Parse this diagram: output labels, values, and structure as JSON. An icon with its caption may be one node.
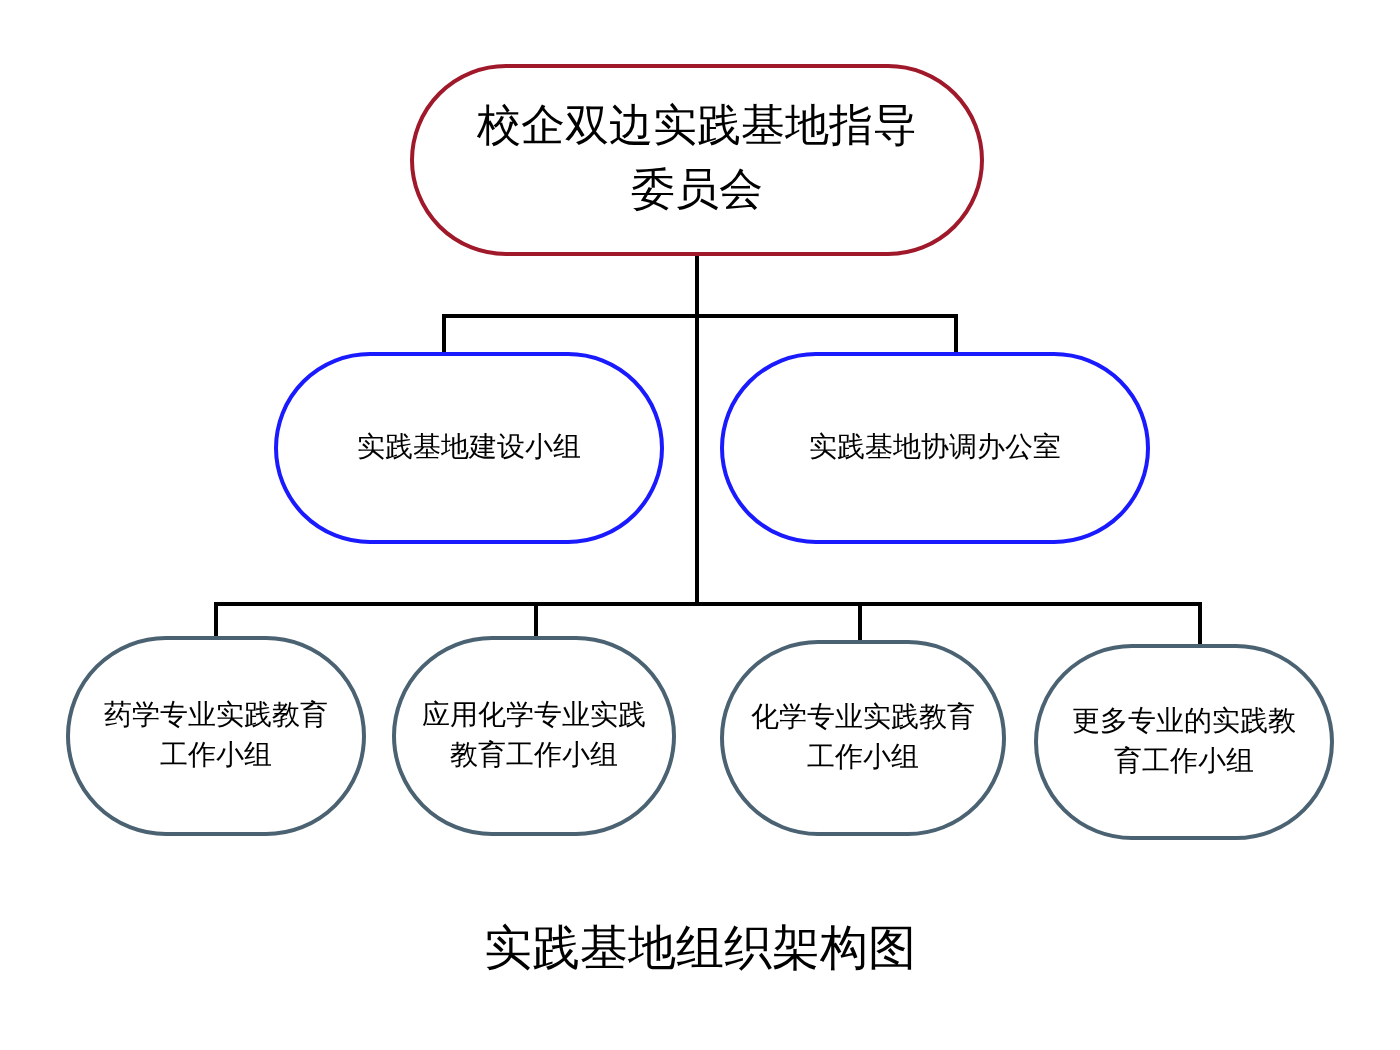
{
  "diagram": {
    "caption": "实践基地组织架构图",
    "nodes": [
      {
        "text": [
          "校企双边实践基地指导委员会"
        ]
      },
      {
        "text": [
          "实践基地建设小组"
        ]
      },
      {
        "text": [
          "实践基地协调办公室"
        ]
      },
      {
        "text": [
          "药学专业实践教育工作小组"
        ]
      },
      {
        "text": [
          "应用化学专业实践教育工作小组"
        ]
      },
      {
        "text": [
          "化学专业实践教育工作小组"
        ]
      },
      {
        "text": [
          "更多专业的实践教育工作小组"
        ]
      }
    ],
    "edges": [
      {
        "from": 0,
        "to": 1,
        "arrow": "none"
      },
      {
        "from": 0,
        "to": 2,
        "arrow": "none"
      },
      {
        "from": 0,
        "to": 3,
        "arrow": "none"
      },
      {
        "from": 0,
        "to": 4,
        "arrow": "none"
      },
      {
        "from": 0,
        "to": 5,
        "arrow": "none"
      },
      {
        "from": 0,
        "to": 6,
        "arrow": "none"
      }
    ]
  }
}
